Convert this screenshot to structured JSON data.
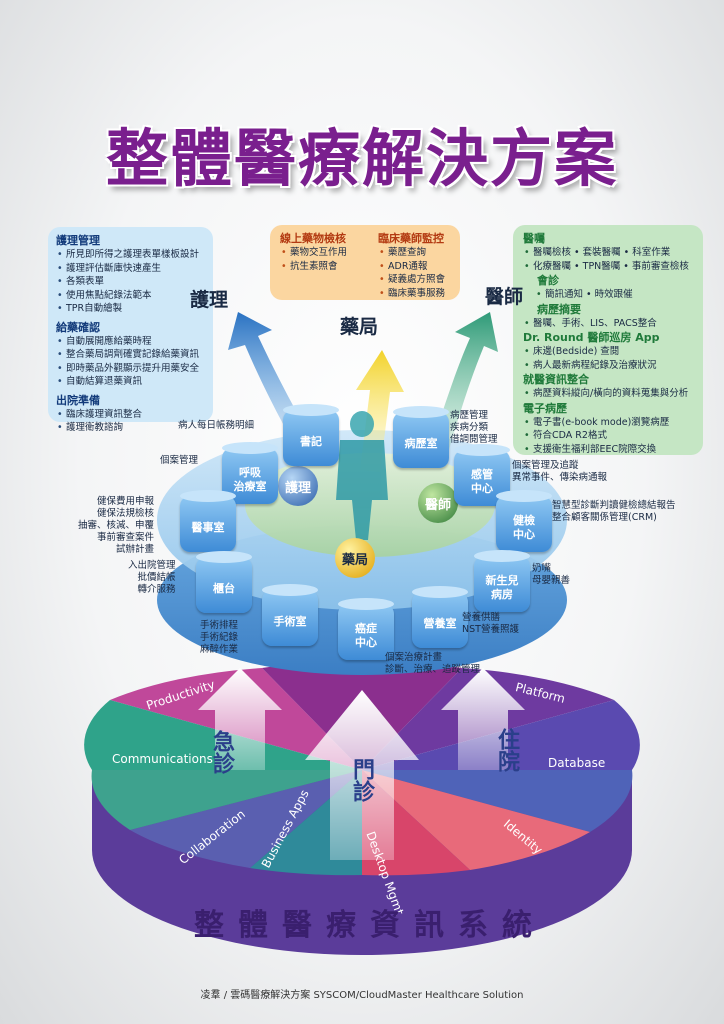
{
  "title": "整體醫療解決方案",
  "nursing_panel": {
    "sections": [
      {
        "heading": "護理管理",
        "items": [
          "所見即所得之護理表單樣板設計",
          "護理評估斷庫快速產生",
          "各類表單",
          "使用焦點紀錄法範本",
          "TPR自動繪製"
        ]
      },
      {
        "heading": "給藥確認",
        "items": [
          "自動展開應給藥時程",
          "整合藥局調劑確實記錄給藥資訊",
          "即時藥品外觀顯示提升用藥安全",
          "自動結算退藥資訊"
        ]
      },
      {
        "heading": "出院準備",
        "items": [
          "臨床護理資訊整合",
          "護理衛教諮詢"
        ]
      }
    ]
  },
  "pharmacy_panel": {
    "sections": [
      {
        "heading": "線上藥物檢核",
        "items": [
          "藥物交互作用",
          "抗生素照會"
        ]
      },
      {
        "heading": "臨床藥師監控",
        "items": [
          "藥歷查詢",
          "ADR通報",
          "疑義處方照會",
          "臨床藥事服務"
        ]
      }
    ]
  },
  "doctor_panel": {
    "sections": [
      {
        "heading": "醫囑",
        "items": [
          "醫囑檢核 • 套裝醫囑 • 科室作業",
          "化療醫囑 • TPN醫囑 • 事前審查檢核"
        ]
      },
      {
        "heading": "會診",
        "items": [
          "簡訊通知 • 時效跟催"
        ]
      },
      {
        "heading": "病歷摘要",
        "items": [
          "醫囑、手術、LIS、PACS整合"
        ]
      },
      {
        "heading": "Dr. Round 醫師巡房 App",
        "items": [
          "床邊(Bedside) 查閱",
          "病人最新病程紀錄及治療狀況"
        ]
      },
      {
        "heading": "就醫資訊整合",
        "items": [
          "病歷資料縱向/橫向的資料蒐集與分析"
        ]
      },
      {
        "heading": "電子病歷",
        "items": [
          "電子書(e-book mode)瀏覽病歷",
          "符合CDA R2格式",
          "支援衛生福利部EEC院際交換"
        ]
      }
    ]
  },
  "arrow_labels": {
    "nursing": "護理",
    "pharmacy": "藥局",
    "doctor": "醫師"
  },
  "spheres": {
    "nursing": "護理",
    "doctor": "醫師",
    "pharmacy": "藥局"
  },
  "departments": [
    {
      "name": "書記",
      "note": "病人每日帳務明細"
    },
    {
      "name": "病歷室",
      "note": "病歷管理\n疾病分類\n借調閱管理"
    },
    {
      "name": "呼吸\n治療室",
      "note": "個案管理"
    },
    {
      "name": "感管\n中心",
      "note": "個案管理及追蹤\n異常事件、傳染病通報"
    },
    {
      "name": "醫事室",
      "note": "健保費用申報\n健保法規檢核\n抽審、核減、申覆\n事前審查案件\n試辦計畫"
    },
    {
      "name": "健檢\n中心",
      "note": "智慧型診斷判讀健檢總結報告\n整合顧客關係管理(CRM)"
    },
    {
      "name": "櫃台",
      "note": "入出院管理\n批價結帳\n轉介服務"
    },
    {
      "name": "新生兒\n病房",
      "note": "奶嘴\n母嬰親善"
    },
    {
      "name": "手術室",
      "note": "手術排程\n手術紀錄\n麻醉作業"
    },
    {
      "name": "癌症\n中心",
      "note": "個案治療計畫\n診斷、治療、追蹤管理"
    },
    {
      "name": "營養室",
      "note": "營養供膳\nNST營養照護"
    }
  ],
  "base_arrows": {
    "emergency": "急診",
    "outpatient": "門診",
    "inpatient": "住院"
  },
  "segments": [
    "Productivity",
    "Communications",
    "Collaboration",
    "Business Apps",
    "Desktop Mgmt",
    "Identity",
    "Database",
    "Platform"
  ],
  "bottom_title": "整體醫療資訊系統",
  "footer": "凌羣 / 雲碼醫療解決方案 SYSCOM/CloudMaster Healthcare Solution",
  "colors": {
    "title": "#7a1f8e",
    "nursing_panel": "#cfe8f8",
    "pharmacy_panel": "#fbd6a0",
    "doctor_panel": "#c5e6c4",
    "department": "#3e8bd6"
  }
}
